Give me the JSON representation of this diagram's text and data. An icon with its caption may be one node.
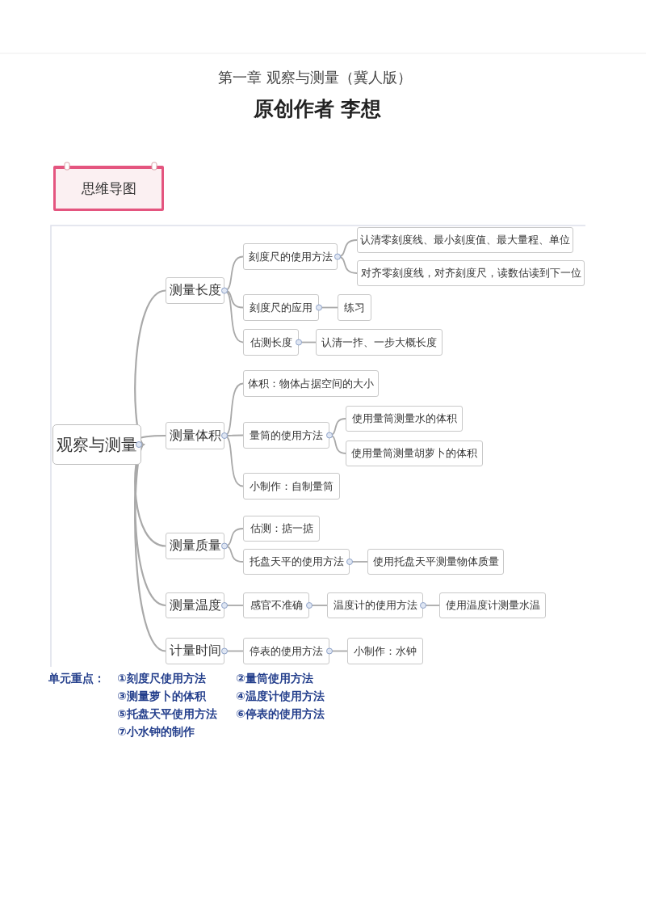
{
  "diagram": {
    "title": "第一章 观察与测量（冀人版）",
    "nodes": [
      {
        "text": [
          "思维导图"
        ]
      },
      {
        "text": [
          "观察与测量"
        ]
      },
      {
        "text": [
          "测量长度"
        ]
      },
      {
        "text": [
          "刻度尺的使用方法"
        ]
      },
      {
        "text": [
          "认清零刻度线、最小刻度值、最大量程、单位"
        ]
      },
      {
        "text": [
          "对齐零刻度线，对齐刻度尺，读数估读到下一位"
        ]
      },
      {
        "text": [
          "刻度尺的应用"
        ]
      },
      {
        "text": [
          "练习"
        ]
      },
      {
        "text": [
          "估测长度"
        ]
      },
      {
        "text": [
          "认清一拃、一步大概长度"
        ]
      },
      {
        "text": [
          "测量体积"
        ]
      },
      {
        "text": [
          "体积：物体占据空间的大小"
        ]
      },
      {
        "text": [
          "量筒的使用方法"
        ]
      },
      {
        "text": [
          "使用量筒测量水的体积"
        ]
      },
      {
        "text": [
          "使用量筒测量胡萝卜的体积"
        ]
      },
      {
        "text": [
          "小制作：自制量筒"
        ]
      },
      {
        "text": [
          "测量质量"
        ]
      },
      {
        "text": [
          "估测：掂一掂"
        ]
      },
      {
        "text": [
          "托盘天平的使用方法"
        ]
      },
      {
        "text": [
          "使用托盘天平测量物体质量"
        ]
      },
      {
        "text": [
          "测量温度"
        ]
      },
      {
        "text": [
          "感官不准确"
        ]
      },
      {
        "text": [
          "温度计的使用方法"
        ]
      },
      {
        "text": [
          "使用温度计测量水温"
        ]
      },
      {
        "text": [
          "计量时间"
        ]
      },
      {
        "text": [
          "停表的使用方法"
        ]
      },
      {
        "text": [
          "小制作：水钟"
        ]
      }
    ],
    "edges": [
      {
        "from": 1,
        "to": 2,
        "arrow": "none"
      },
      {
        "from": 1,
        "to": 10,
        "arrow": "none"
      },
      {
        "from": 1,
        "to": 16,
        "arrow": "none"
      },
      {
        "from": 1,
        "to": 20,
        "arrow": "none"
      },
      {
        "from": 1,
        "to": 24,
        "arrow": "none"
      },
      {
        "from": 2,
        "to": 3,
        "arrow": "none"
      },
      {
        "from": 2,
        "to": 6,
        "arrow": "none"
      },
      {
        "from": 2,
        "to": 8,
        "arrow": "none"
      },
      {
        "from": 3,
        "to": 4,
        "arrow": "none"
      },
      {
        "from": 3,
        "to": 5,
        "arrow": "none"
      },
      {
        "from": 6,
        "to": 7,
        "arrow": "none"
      },
      {
        "from": 8,
        "to": 9,
        "arrow": "none"
      },
      {
        "from": 10,
        "to": 11,
        "arrow": "none"
      },
      {
        "from": 10,
        "to": 12,
        "arrow": "none"
      },
      {
        "from": 10,
        "to": 15,
        "arrow": "none"
      },
      {
        "from": 12,
        "to": 13,
        "arrow": "none"
      },
      {
        "from": 12,
        "to": 14,
        "arrow": "none"
      },
      {
        "from": 16,
        "to": 17,
        "arrow": "none"
      },
      {
        "from": 16,
        "to": 18,
        "arrow": "none"
      },
      {
        "from": 18,
        "to": 19,
        "arrow": "none"
      },
      {
        "from": 20,
        "to": 21,
        "arrow": "none"
      },
      {
        "from": 21,
        "to": 22,
        "arrow": "none"
      },
      {
        "from": 22,
        "to": 23,
        "arrow": "none"
      },
      {
        "from": 24,
        "to": 25,
        "arrow": "none"
      },
      {
        "from": 25,
        "to": 26,
        "arrow": "none"
      }
    ],
    "labels": [
      "原创作者 李想",
      "单元重点：",
      "①刻度尺使用方法",
      "②量筒使用方法",
      "③测量萝卜的体积",
      "④温度计使用方法",
      "⑤托盘天平使用方法",
      "⑥停表的使用方法",
      "⑦小水钟的制作"
    ]
  }
}
